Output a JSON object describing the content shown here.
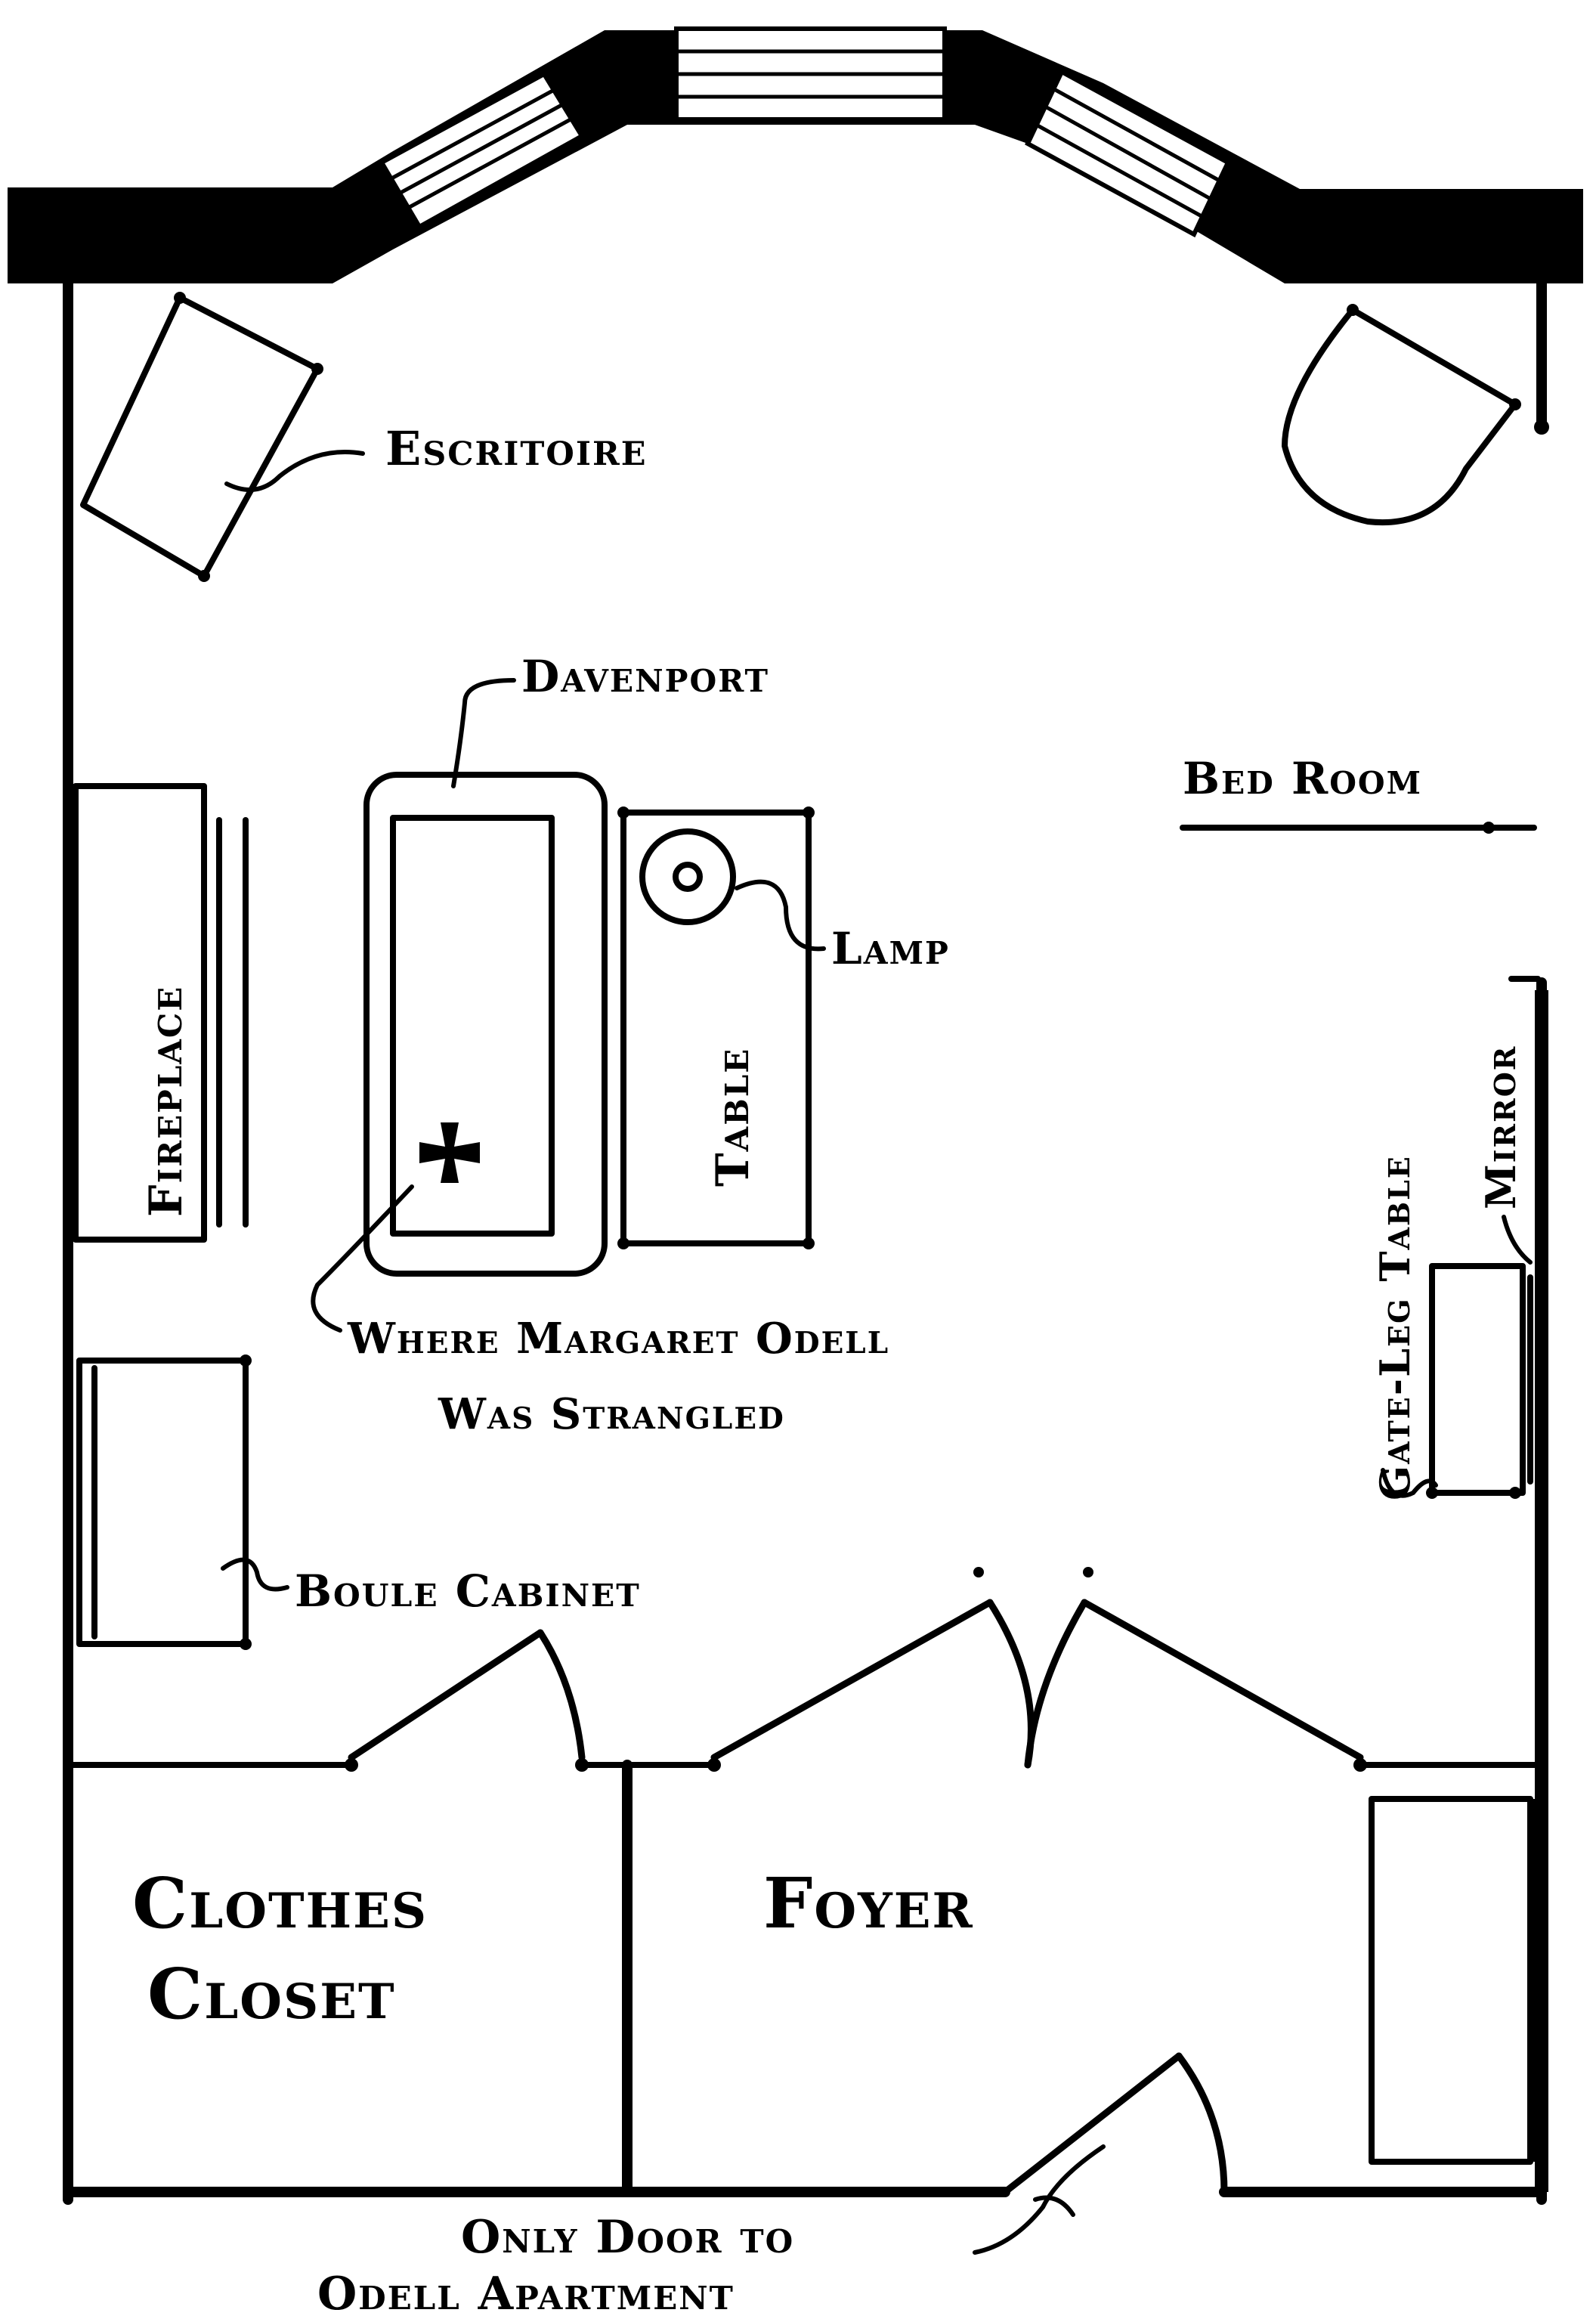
{
  "colors": {
    "ink": "#000000",
    "paper": "#ffffff"
  },
  "labels": {
    "escritoire": "Escritoire",
    "davenport": "Davenport",
    "bed_room": "Bed Room",
    "fireplace": "Fireplace",
    "table": "Table",
    "lamp": "Lamp",
    "gate_leg_table": "Gate-Leg Table",
    "mirror": "Mirror",
    "where_line1": "Where Margaret Odell",
    "where_line2": "Was Strangled",
    "boule_cabinet": "Boule Cabinet",
    "clothes_line1": "Clothes",
    "clothes_line2": "Closet",
    "foyer": "Foyer",
    "door_line1": "Only Door to",
    "door_line2": "Odell Apartment"
  },
  "icons": {
    "marker": "cross-pattee-icon"
  }
}
